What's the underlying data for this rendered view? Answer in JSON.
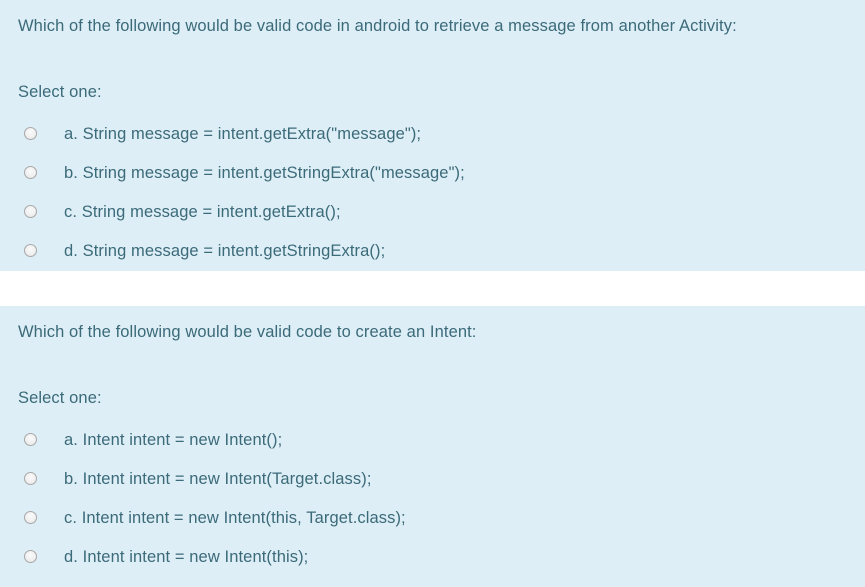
{
  "theme": {
    "block_background": "#ddeef6",
    "page_background": "#ffffff",
    "text_color": "#3b6a79",
    "radio_border": "#a8a8a8",
    "radio_fill": "#efefef"
  },
  "questions": [
    {
      "prompt": "Which of the following would be valid code in android to retrieve a message from another Activity:",
      "select_label": "Select one:",
      "options": [
        {
          "key": "a",
          "label": "a. String message = intent.getExtra(\"message\");",
          "selected": false
        },
        {
          "key": "b",
          "label": "b. String message = intent.getStringExtra(\"message\");",
          "selected": false
        },
        {
          "key": "c",
          "label": "c. String message = intent.getExtra();",
          "selected": false
        },
        {
          "key": "d",
          "label": "d. String message = intent.getStringExtra();",
          "selected": false
        }
      ]
    },
    {
      "prompt": "Which of the following would be valid code to create an Intent:",
      "select_label": "Select one:",
      "options": [
        {
          "key": "a",
          "label": "a. Intent intent = new Intent();",
          "selected": false
        },
        {
          "key": "b",
          "label": "b. Intent intent = new Intent(Target.class);",
          "selected": false
        },
        {
          "key": "c",
          "label": "c. Intent intent = new Intent(this, Target.class);",
          "selected": false
        },
        {
          "key": "d",
          "label": "d. Intent intent = new Intent(this);",
          "selected": false
        }
      ]
    }
  ]
}
